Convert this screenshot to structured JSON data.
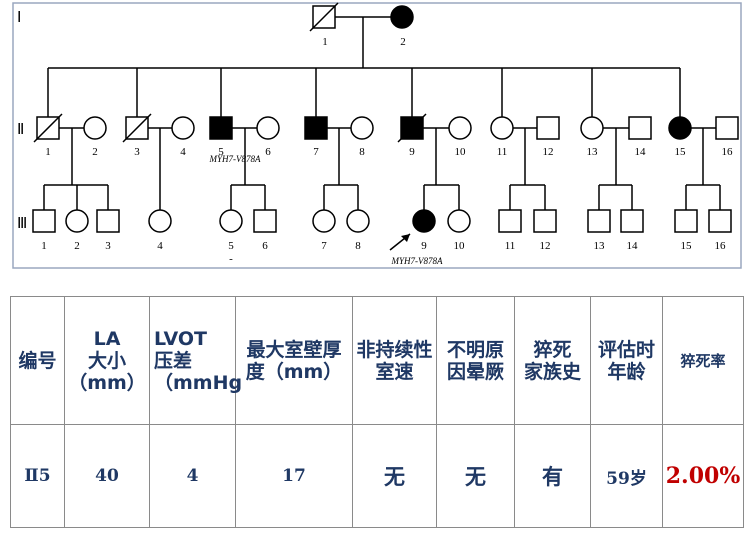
{
  "pedigree": {
    "generations": [
      "Ⅰ",
      "Ⅱ",
      "Ⅲ"
    ],
    "gen1": [
      {
        "id": "1",
        "sex": "male",
        "affected": false,
        "deceased": true
      },
      {
        "id": "2",
        "sex": "female",
        "affected": true,
        "deceased": false
      }
    ],
    "gen2": [
      {
        "id": "1",
        "sex": "male",
        "affected": false,
        "deceased": true
      },
      {
        "id": "2",
        "sex": "female",
        "affected": false,
        "deceased": false
      },
      {
        "id": "3",
        "sex": "male",
        "affected": false,
        "deceased": true
      },
      {
        "id": "4",
        "sex": "female",
        "affected": false,
        "deceased": false
      },
      {
        "id": "5",
        "sex": "male",
        "affected": true,
        "deceased": false,
        "mutation": "MYH7-V878A"
      },
      {
        "id": "6",
        "sex": "female",
        "affected": false,
        "deceased": false
      },
      {
        "id": "7",
        "sex": "male",
        "affected": true,
        "deceased": false
      },
      {
        "id": "8",
        "sex": "female",
        "affected": false,
        "deceased": false
      },
      {
        "id": "9",
        "sex": "male",
        "affected": true,
        "deceased": true
      },
      {
        "id": "10",
        "sex": "female",
        "affected": false,
        "deceased": false
      },
      {
        "id": "11",
        "sex": "female",
        "affected": false,
        "deceased": false
      },
      {
        "id": "12",
        "sex": "male",
        "affected": false,
        "deceased": false
      },
      {
        "id": "13",
        "sex": "female",
        "affected": false,
        "deceased": false
      },
      {
        "id": "14",
        "sex": "male",
        "affected": false,
        "deceased": false
      },
      {
        "id": "15",
        "sex": "female",
        "affected": true,
        "deceased": false
      },
      {
        "id": "16",
        "sex": "male",
        "affected": false,
        "deceased": false
      }
    ],
    "gen3": [
      {
        "id": "1",
        "sex": "male",
        "affected": false
      },
      {
        "id": "2",
        "sex": "female",
        "affected": false
      },
      {
        "id": "3",
        "sex": "male",
        "affected": false
      },
      {
        "id": "4",
        "sex": "female",
        "affected": false
      },
      {
        "id": "5",
        "sex": "female",
        "affected": false,
        "note": "-"
      },
      {
        "id": "6",
        "sex": "male",
        "affected": false
      },
      {
        "id": "7",
        "sex": "female",
        "affected": false
      },
      {
        "id": "8",
        "sex": "female",
        "affected": false
      },
      {
        "id": "9",
        "sex": "female",
        "affected": true,
        "proband": true,
        "mutation": "MYH7-V878A"
      },
      {
        "id": "10",
        "sex": "female",
        "affected": false
      },
      {
        "id": "11",
        "sex": "male",
        "affected": false
      },
      {
        "id": "12",
        "sex": "male",
        "affected": false
      },
      {
        "id": "13",
        "sex": "male",
        "affected": false
      },
      {
        "id": "14",
        "sex": "male",
        "affected": false
      },
      {
        "id": "15",
        "sex": "male",
        "affected": false
      },
      {
        "id": "16",
        "sex": "male",
        "affected": false
      }
    ]
  },
  "table": {
    "headers": {
      "id": "编号",
      "la_1": "LA",
      "la_2": "大小",
      "la_3": "（mm）",
      "lvot_1": "LVOT",
      "lvot_2": "压差",
      "lvot_3": "（mmHg",
      "wall_1": "最大室壁厚",
      "wall_2": "度（mm）",
      "nsvt_1": "非持续性",
      "nsvt_2": "室速",
      "syncope_1": "不明原",
      "syncope_2": "因晕厥",
      "scd_1": "猝死",
      "scd_2": "家族史",
      "age_1": "评估时",
      "age_2": "年龄",
      "risk": "猝死率"
    },
    "row": {
      "id": "Ⅱ5",
      "la": "40",
      "lvot": "4",
      "wall": "17",
      "nsvt": "无",
      "syncope": "无",
      "scd": "有",
      "age": "59岁",
      "risk": "2.00%"
    }
  }
}
